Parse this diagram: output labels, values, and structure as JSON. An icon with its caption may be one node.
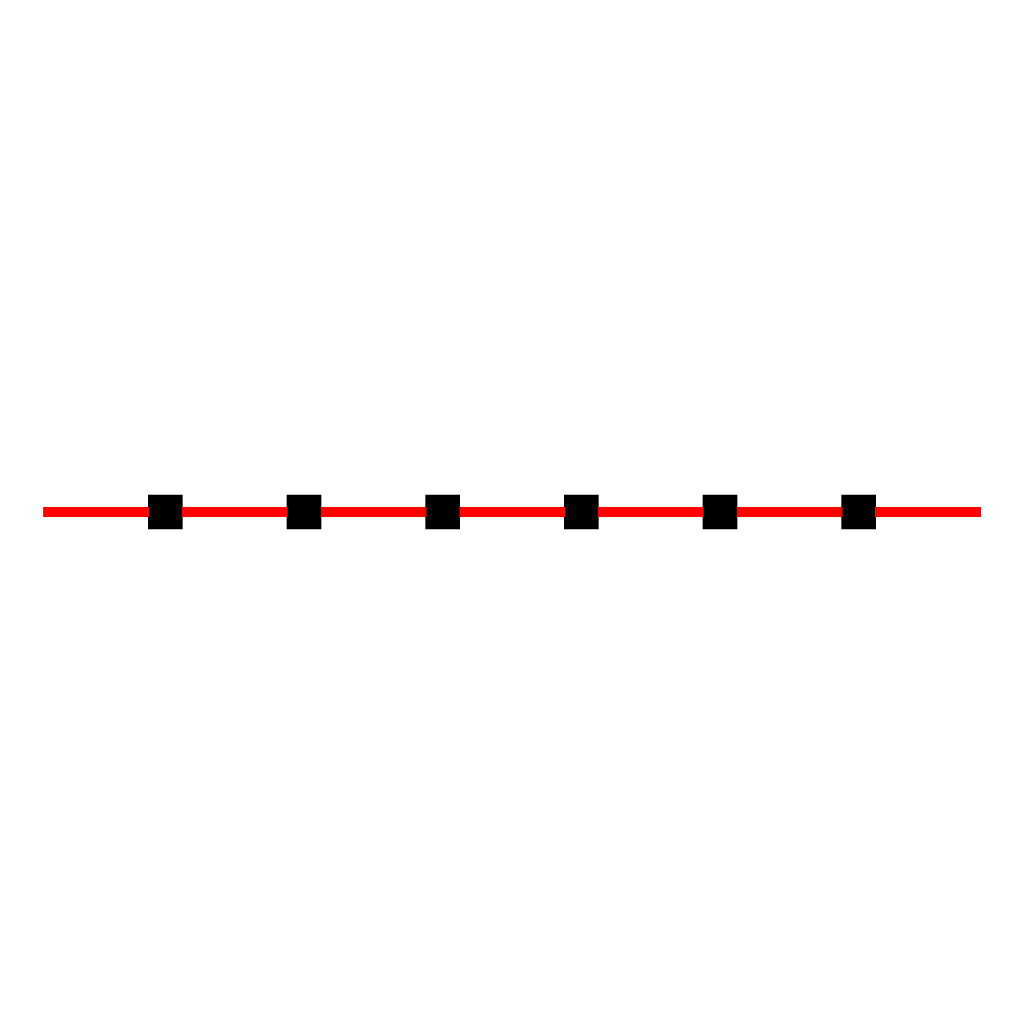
{
  "diagram": {
    "nodes": [
      {
        "text": [],
        "shape": "box"
      },
      {
        "text": [],
        "shape": "box"
      },
      {
        "text": [],
        "shape": "box"
      },
      {
        "text": [],
        "shape": "box"
      },
      {
        "text": [],
        "shape": "box"
      },
      {
        "text": [],
        "shape": "box"
      }
    ],
    "edges": [
      {
        "from": null,
        "to": 0,
        "arrow": "none"
      },
      {
        "from": 0,
        "to": 1,
        "arrow": "none"
      },
      {
        "from": 1,
        "to": 2,
        "arrow": "none"
      },
      {
        "from": 2,
        "to": 3,
        "arrow": "none"
      },
      {
        "from": 3,
        "to": 4,
        "arrow": "none"
      },
      {
        "from": 4,
        "to": 5,
        "arrow": "none"
      },
      {
        "from": 5,
        "to": null,
        "arrow": "none"
      }
    ]
  }
}
